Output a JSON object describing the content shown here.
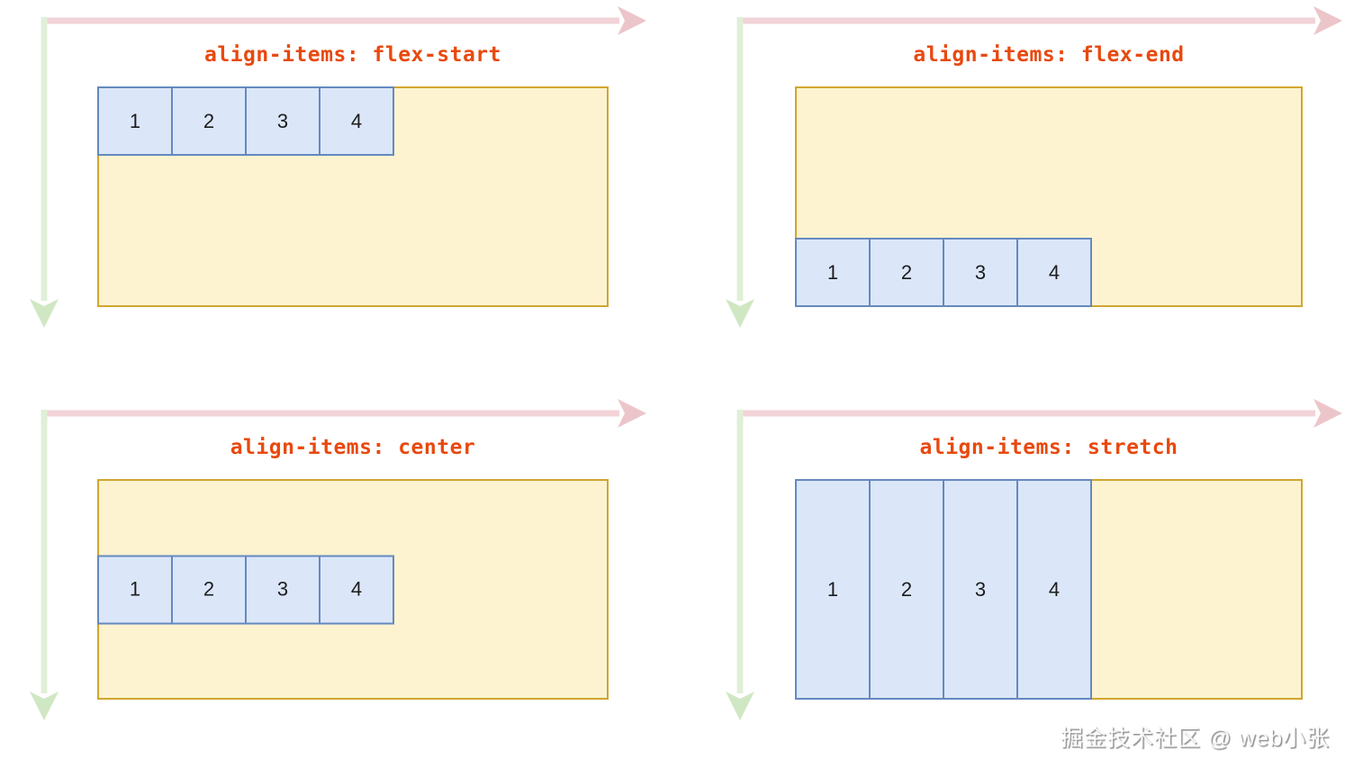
{
  "diagram": {
    "topic": "CSS flexbox align-items values",
    "background": "#ffffff"
  },
  "colors": {
    "title_text": "#e8490f",
    "container_fill": "#fdf3d0",
    "container_border": "#d1a62e",
    "item_fill": "#dbe7f8",
    "item_border": "#6589bf",
    "item_number": "#1c1c1e",
    "main_axis": "#f2d3d7",
    "main_axis_head": "#ecc5ca",
    "cross_axis": "#e0efd8",
    "cross_axis_head": "#d0e7c3"
  },
  "panels": [
    {
      "id": "flex-start",
      "title": "align-items: flex-start",
      "align": "flex-start",
      "items": [
        "1",
        "2",
        "3",
        "4"
      ]
    },
    {
      "id": "flex-end",
      "title": "align-items: flex-end",
      "align": "flex-end",
      "items": [
        "1",
        "2",
        "3",
        "4"
      ]
    },
    {
      "id": "center",
      "title": "align-items: center",
      "align": "center",
      "items": [
        "1",
        "2",
        "3",
        "4"
      ]
    },
    {
      "id": "stretch",
      "title": "align-items: stretch",
      "align": "stretch",
      "items": [
        "1",
        "2",
        "3",
        "4"
      ]
    }
  ],
  "watermark": {
    "text": "掘金技术社区 @ web小张"
  }
}
